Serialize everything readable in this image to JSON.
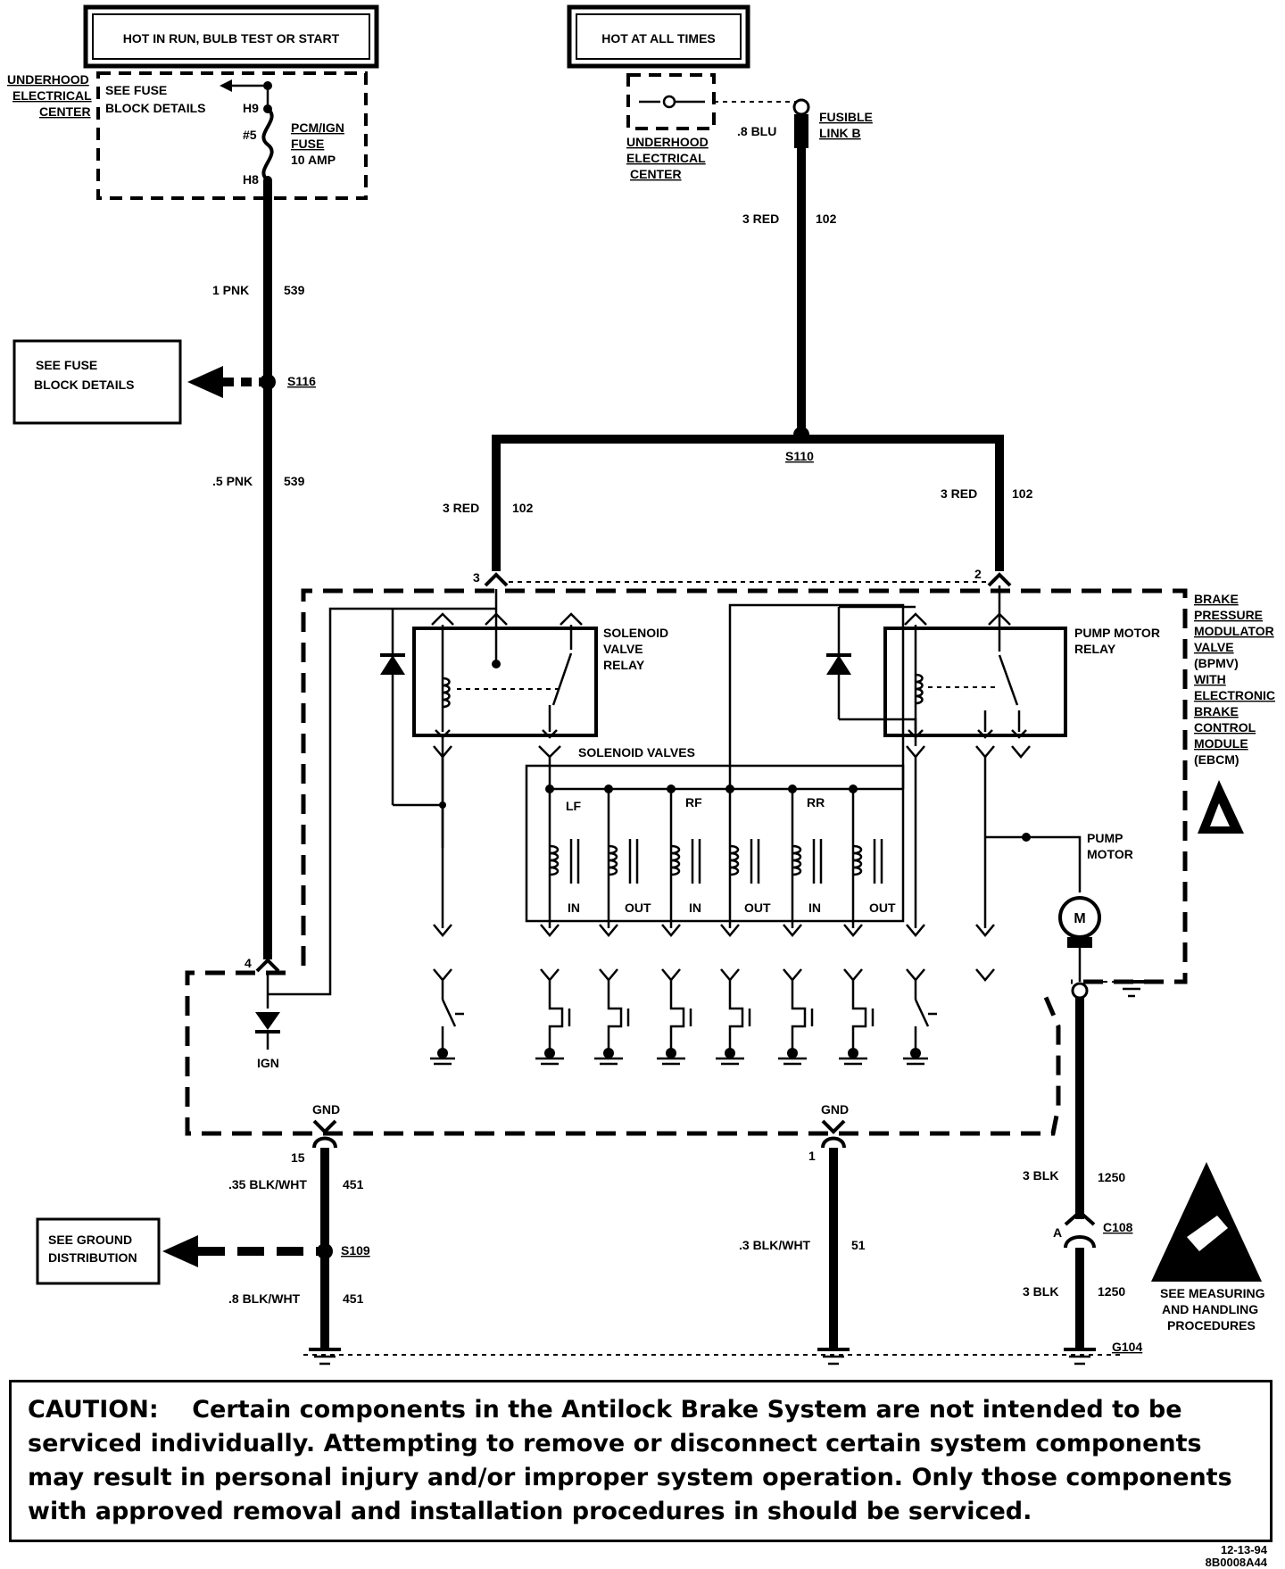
{
  "labels": {
    "hot_run": "HOT IN RUN, BULB TEST OR START",
    "hot_all": "HOT AT ALL TIMES",
    "uec_left": [
      "UNDERHOOD",
      "ELECTRICAL",
      "CENTER"
    ],
    "uec_mid": [
      "UNDERHOOD",
      "ELECTRICAL",
      "CENTER"
    ],
    "see_fuse_detail": [
      "SEE FUSE",
      "BLOCK DETAILS"
    ],
    "terminal_h9": "H9",
    "terminal_h8": "H8",
    "fuse_num": "#5",
    "fuse_name": [
      "PCM/IGN",
      "FUSE",
      "10 AMP"
    ],
    "wire_blu": ".8 BLU",
    "fusible_link": [
      "FUSIBLE",
      "LINK B"
    ],
    "wire_3red_top": "3 RED",
    "wire_102_top": "102",
    "wire_1pnk": "1 PNK",
    "wire_539_top": "539",
    "see_fuse_box": [
      "SEE  FUSE",
      "BLOCK  DETAILS"
    ],
    "splice_s116": "S116",
    "wire_5pnk": ".5 PNK",
    "wire_539_bot": "539",
    "splice_s110": "S110",
    "wire_3red_left": "3 RED",
    "wire_102_left": "102",
    "wire_3red_right": "3  RED",
    "wire_102_right": "102",
    "pin_3": "3",
    "pin_2": "2",
    "pin_4": "4",
    "solenoid_relay": [
      "SOLENOID",
      "VALVE",
      "RELAY"
    ],
    "pump_relay": [
      "PUMP  MOTOR",
      "RELAY"
    ],
    "solenoid_valves": "SOLENOID  VALVES",
    "valve_lf": "LF",
    "valve_rf": "RF",
    "valve_rr": "RR",
    "valve_io": [
      "IN",
      "OUT",
      "IN",
      "OUT",
      "IN",
      "OUT"
    ],
    "pump_motor": [
      "PUMP",
      "MOTOR"
    ],
    "motor_symbol": "M",
    "bpmv": [
      "BRAKE",
      "PRESSURE",
      "MODULATOR",
      "VALVE",
      "(BPMV)",
      "WITH",
      "ELECTRONIC",
      "BRAKE",
      "CONTROL",
      "MODULE",
      "(EBCM)"
    ],
    "ign": "IGN",
    "gnd_left": "GND",
    "gnd_mid": "GND",
    "pin_15": "15",
    "pin_1": "1",
    "wire_35blk": ".35 BLK/WHT",
    "wire_451_top": "451",
    "see_ground": [
      "SEE GROUND",
      "DISTRIBUTION"
    ],
    "splice_s109": "S109",
    "wire_8blk": ".8  BLK/WHT",
    "wire_451_bot": "451",
    "wire_3blk_mid": ".3  BLK/WHT",
    "wire_51": "51",
    "wire_3blk_top": "3 BLK",
    "wire_1250_top": "1250",
    "conn_a": "A",
    "conn_c108": "C108",
    "wire_3blk_bot": "3 BLK",
    "wire_1250_bot": "1250",
    "ground_g104": "G104",
    "see_measuring": [
      "SEE MEASURING",
      "AND HANDLING",
      "PROCEDURES"
    ]
  },
  "caution": {
    "prefix": "CAUTION:",
    "text": "Certain components in the Antilock Brake System are not intended to be serviced individually.  Attempting to remove or disconnect certain system components may result in personal injury and/or improper system operation.  Only those components with approved removal and installation procedures in should be serviced."
  },
  "footer": {
    "date": "12-13-94",
    "code": "8B0008A44"
  }
}
